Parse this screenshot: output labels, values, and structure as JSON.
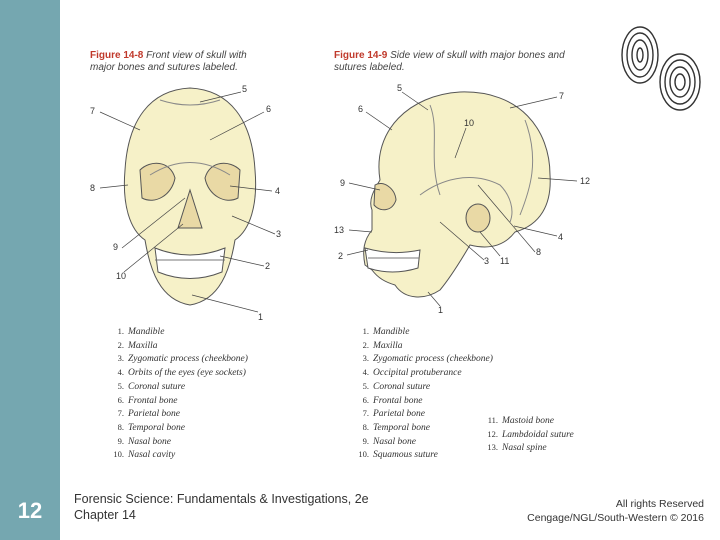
{
  "slide_number": "12",
  "figure_left": {
    "label": "Figure 14-8",
    "caption_line1": "Front view of skull with",
    "caption_line2": "major bones and sutures labeled."
  },
  "figure_right": {
    "label": "Figure 14-9",
    "caption_line1": "Side view of skull with major bones and",
    "caption_line2": "sutures labeled."
  },
  "front_callouts": [
    "5",
    "7",
    "6",
    "8",
    "4",
    "3",
    "9",
    "2",
    "10",
    "1"
  ],
  "side_callouts": [
    "5",
    "7",
    "6",
    "10",
    "9",
    "12",
    "13",
    "4",
    "8",
    "2",
    "3",
    "11",
    "1"
  ],
  "legend_left": [
    {
      "n": "1.",
      "t": "Mandible"
    },
    {
      "n": "2.",
      "t": "Maxilla"
    },
    {
      "n": "3.",
      "t": "Zygomatic process (cheekbone)"
    },
    {
      "n": "4.",
      "t": "Orbits of the eyes (eye sockets)"
    },
    {
      "n": "5.",
      "t": "Coronal suture"
    },
    {
      "n": "6.",
      "t": "Frontal bone"
    },
    {
      "n": "7.",
      "t": "Parietal bone"
    },
    {
      "n": "8.",
      "t": "Temporal bone"
    },
    {
      "n": "9.",
      "t": "Nasal bone"
    },
    {
      "n": "10.",
      "t": "Nasal cavity"
    }
  ],
  "legend_right": [
    {
      "n": "1.",
      "t": "Mandible"
    },
    {
      "n": "2.",
      "t": "Maxilla"
    },
    {
      "n": "3.",
      "t": "Zygomatic process (cheekbone)"
    },
    {
      "n": "4.",
      "t": "Occipital protuberance"
    },
    {
      "n": "5.",
      "t": "Coronal suture"
    },
    {
      "n": "6.",
      "t": "Frontal bone"
    },
    {
      "n": "7.",
      "t": "Parietal bone"
    },
    {
      "n": "8.",
      "t": "Temporal bone"
    },
    {
      "n": "9.",
      "t": "Nasal bone"
    },
    {
      "n": "10.",
      "t": "Squamous suture"
    }
  ],
  "legend_right_extra": [
    {
      "n": "11.",
      "t": "Mastoid bone"
    },
    {
      "n": "12.",
      "t": "Lambdoidal suture"
    },
    {
      "n": "13.",
      "t": "Nasal spine"
    }
  ],
  "footer": {
    "line1": "Forensic Science: Fundamentals & Investigations, 2e",
    "line2": "Chapter 14",
    "rights1": "All rights Reserved",
    "rights2": "Cengage/NGL/South-Western © 2016"
  },
  "colors": {
    "sidebar": "#75a7b0",
    "bone": "#f6f1c8",
    "figure_label": "#c0392b"
  }
}
